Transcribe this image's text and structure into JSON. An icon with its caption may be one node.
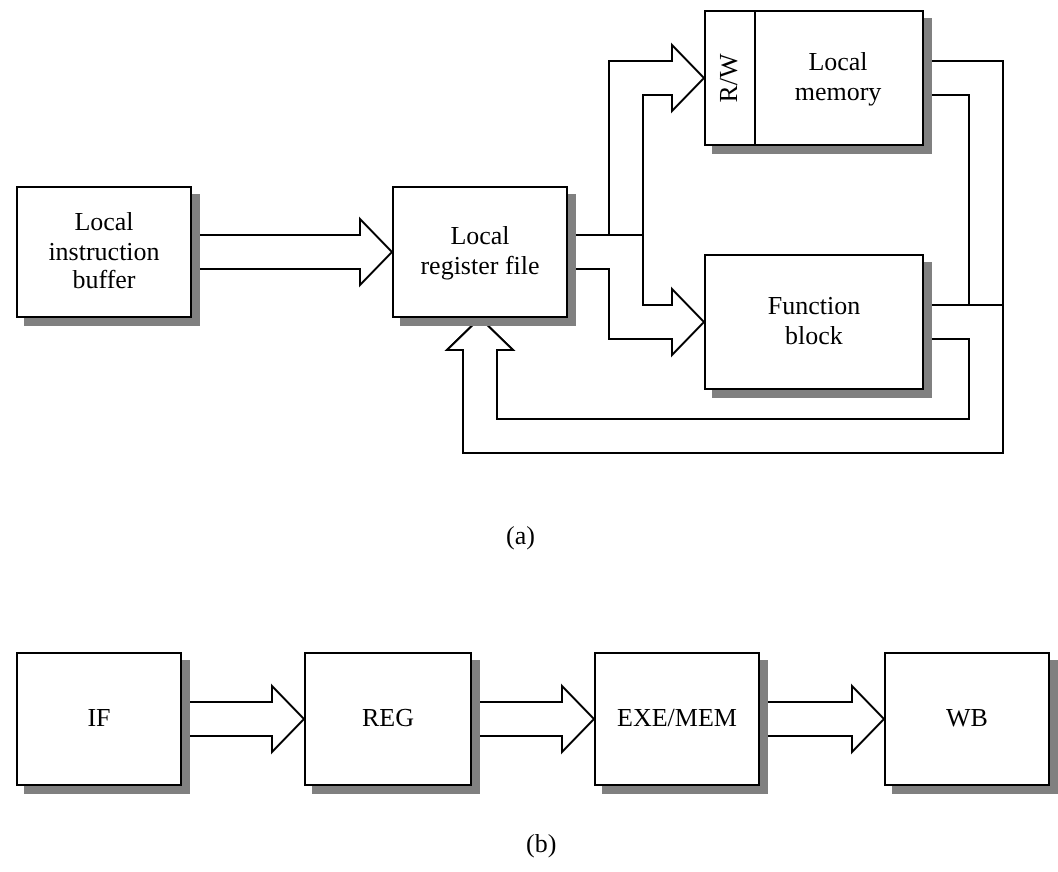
{
  "diagram": {
    "nodes": [
      {
        "text": [
          "Local instruction buffer"
        ]
      },
      {
        "text": [
          "Local register file"
        ]
      },
      {
        "text": [
          "R/W",
          "Local memory"
        ]
      },
      {
        "text": [
          "Function block"
        ]
      },
      {
        "text": [
          "IF"
        ]
      },
      {
        "text": [
          "REG"
        ]
      },
      {
        "text": [
          "EXE/MEM"
        ]
      },
      {
        "text": [
          "WB"
        ]
      }
    ],
    "edges": [
      {
        "from": 0,
        "to": 1,
        "arrow": "to"
      },
      {
        "from": 1,
        "to": 2,
        "arrow": "to"
      },
      {
        "from": 1,
        "to": 3,
        "arrow": "to"
      },
      {
        "from": 2,
        "to": 1,
        "arrow": "to"
      },
      {
        "from": 3,
        "to": 1,
        "arrow": "to"
      },
      {
        "from": 4,
        "to": 5,
        "arrow": "to"
      },
      {
        "from": 5,
        "to": 6,
        "arrow": "to"
      },
      {
        "from": 6,
        "to": 7,
        "arrow": "to"
      }
    ],
    "labels": [
      "(a)",
      "(b)"
    ]
  }
}
